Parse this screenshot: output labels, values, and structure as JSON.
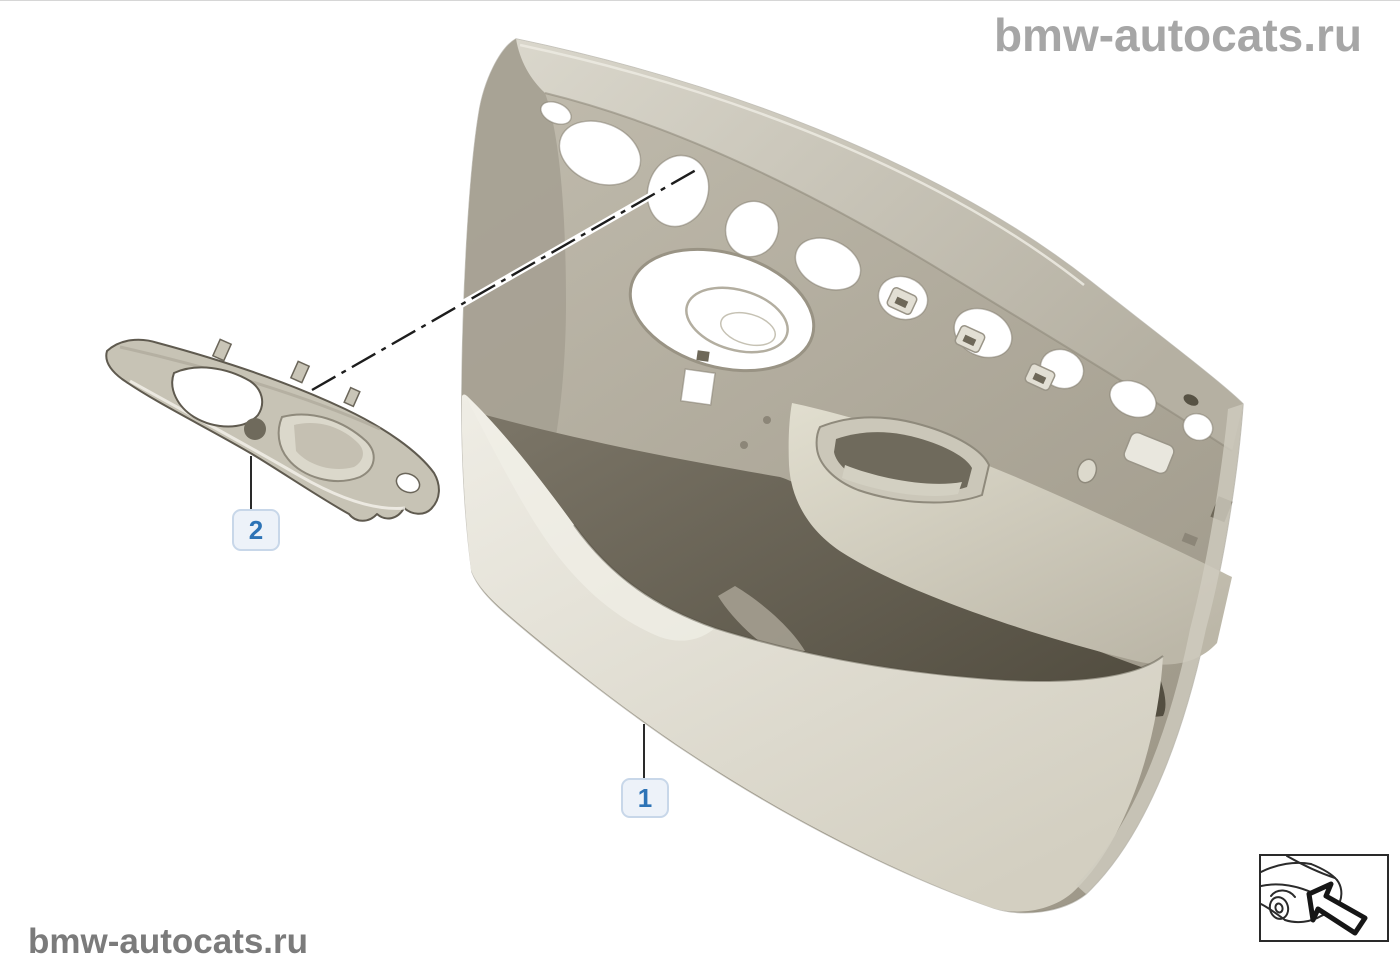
{
  "watermarks": {
    "top_right": "bmw-autocats.ru",
    "bottom_left": "bmw-autocats.ru"
  },
  "callouts": [
    {
      "label": "1"
    },
    {
      "label": "2"
    }
  ],
  "diagram": {
    "type": "exploded-parts-diagram",
    "subject": "front-door-trim-panel",
    "parts": [
      {
        "callout": "1",
        "target": "door-trim-panel"
      },
      {
        "callout": "2",
        "target": "door-pull-switch-trim"
      }
    ]
  },
  "icons": {
    "position_thumbnail": "car-with-arrow-icon"
  },
  "colors": {
    "callout_text": "#2d73b6",
    "callout_bg": "#edf2f9",
    "callout_border": "#c8d7e9",
    "watermark_top": "#a6a6a6",
    "watermark_bottom": "#7b7b7b",
    "panel_mid": "#b2ad9f",
    "panel_light": "#d8d5c9",
    "panel_cream": "#e6e3d8",
    "panel_dark": "#6f6a5c",
    "leader_line": "#2a2a2a"
  }
}
